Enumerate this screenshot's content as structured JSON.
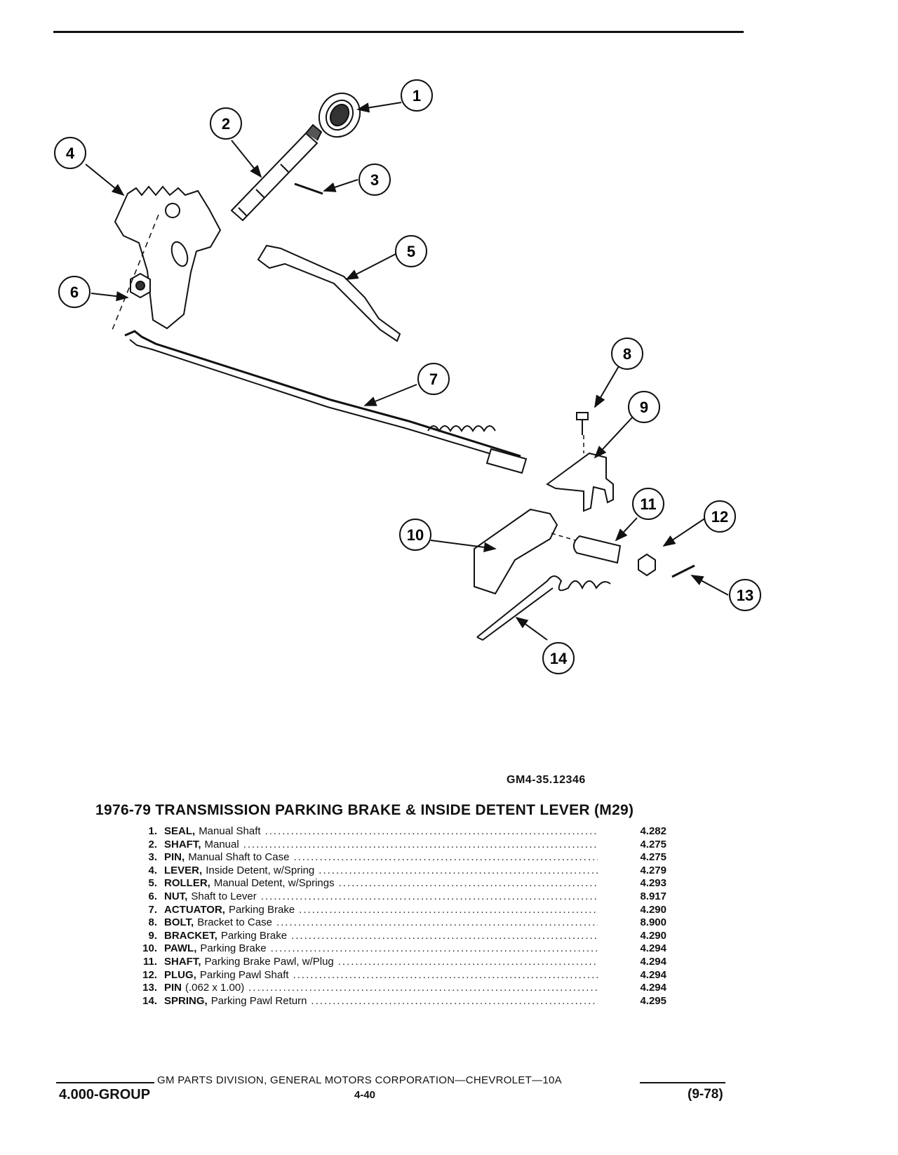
{
  "diagram": {
    "callouts": [
      "1",
      "2",
      "3",
      "4",
      "5",
      "6",
      "7",
      "8",
      "9",
      "10",
      "11",
      "12",
      "13",
      "14"
    ],
    "figure_id": "GM4-35.12346"
  },
  "title": "1976-79 TRANSMISSION PARKING BRAKE & INSIDE DETENT LEVER (M29)",
  "parts": [
    {
      "num": "1.",
      "name": "SEAL,",
      "desc": "Manual Shaft",
      "ref": "4.282"
    },
    {
      "num": "2.",
      "name": "SHAFT,",
      "desc": "Manual",
      "ref": "4.275"
    },
    {
      "num": "3.",
      "name": "PIN,",
      "desc": "Manual Shaft to Case",
      "ref": "4.275"
    },
    {
      "num": "4.",
      "name": "LEVER,",
      "desc": "Inside Detent, w/Spring",
      "ref": "4.279"
    },
    {
      "num": "5.",
      "name": "ROLLER,",
      "desc": "Manual Detent, w/Springs",
      "ref": "4.293"
    },
    {
      "num": "6.",
      "name": "NUT,",
      "desc": "Shaft to Lever",
      "ref": "8.917"
    },
    {
      "num": "7.",
      "name": "ACTUATOR,",
      "desc": "Parking Brake",
      "ref": "4.290"
    },
    {
      "num": "8.",
      "name": "BOLT,",
      "desc": "Bracket to Case",
      "ref": "8.900"
    },
    {
      "num": "9.",
      "name": "BRACKET,",
      "desc": "Parking Brake",
      "ref": "4.290"
    },
    {
      "num": "10.",
      "name": "PAWL,",
      "desc": "Parking Brake",
      "ref": "4.294"
    },
    {
      "num": "11.",
      "name": "SHAFT,",
      "desc": "Parking Brake Pawl, w/Plug",
      "ref": "4.294"
    },
    {
      "num": "12.",
      "name": "PLUG,",
      "desc": "Parking Pawl Shaft",
      "ref": "4.294"
    },
    {
      "num": "13.",
      "name": "PIN",
      "desc": "(.062 x 1.00)",
      "ref": "4.294"
    },
    {
      "num": "14.",
      "name": "SPRING,",
      "desc": "Parking Pawl Return",
      "ref": "4.295"
    }
  ],
  "footer": {
    "credit": "GM PARTS DIVISION, GENERAL MOTORS CORPORATION—CHEVROLET—10A",
    "group": "4.000-GROUP",
    "page": "4-40",
    "date": "(9-78)"
  }
}
